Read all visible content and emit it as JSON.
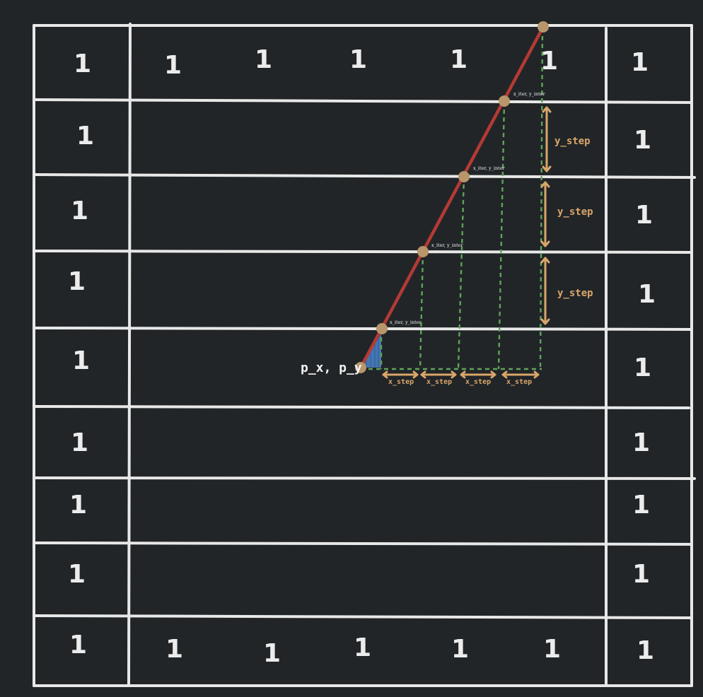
{
  "diagram": {
    "wall_value": "1",
    "origin_label": "p_x, p_y",
    "intersection_label": "x_iter, y_inter",
    "x_step_label": "x_step",
    "y_step_label": "y_step",
    "colors": {
      "background": "#212528",
      "grid": "#e8e8e8",
      "ray": "#b43a34",
      "dashed_guides": "#5fa35a",
      "points": "#b8956a",
      "step_arrows": "#d9a66a",
      "angle_fill": "#4a7fc0"
    }
  }
}
